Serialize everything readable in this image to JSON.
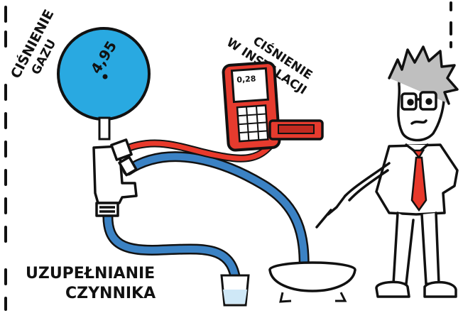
{
  "labels": {
    "gas_pressure_line1": "CIŚNIENIE",
    "gas_pressure_line2": "GAZU",
    "installation_line1": "CIŚNIENIE",
    "installation_line2": "W INSTALACJI",
    "refill_line1": "UZUPEŁNIANIE",
    "refill_line2": "CZYNNIKA",
    "gauge_value": "4,95",
    "meter_display": "0,28"
  },
  "colors": {
    "gauge_blue": "#29a9e1",
    "hose_blue": "#3b82c4",
    "hose_red": "#e8392b",
    "meter_red": "#e63b2e",
    "tie_red": "#e8392b",
    "water_blue": "#cfe8f7",
    "ink": "#111111"
  },
  "icons": {
    "gauge": "pressure-gauge-icon",
    "meter": "handheld-meter-icon",
    "scientist": "scientist-figure-icon",
    "bowl": "bowl-icon",
    "cup": "water-cup-icon"
  }
}
